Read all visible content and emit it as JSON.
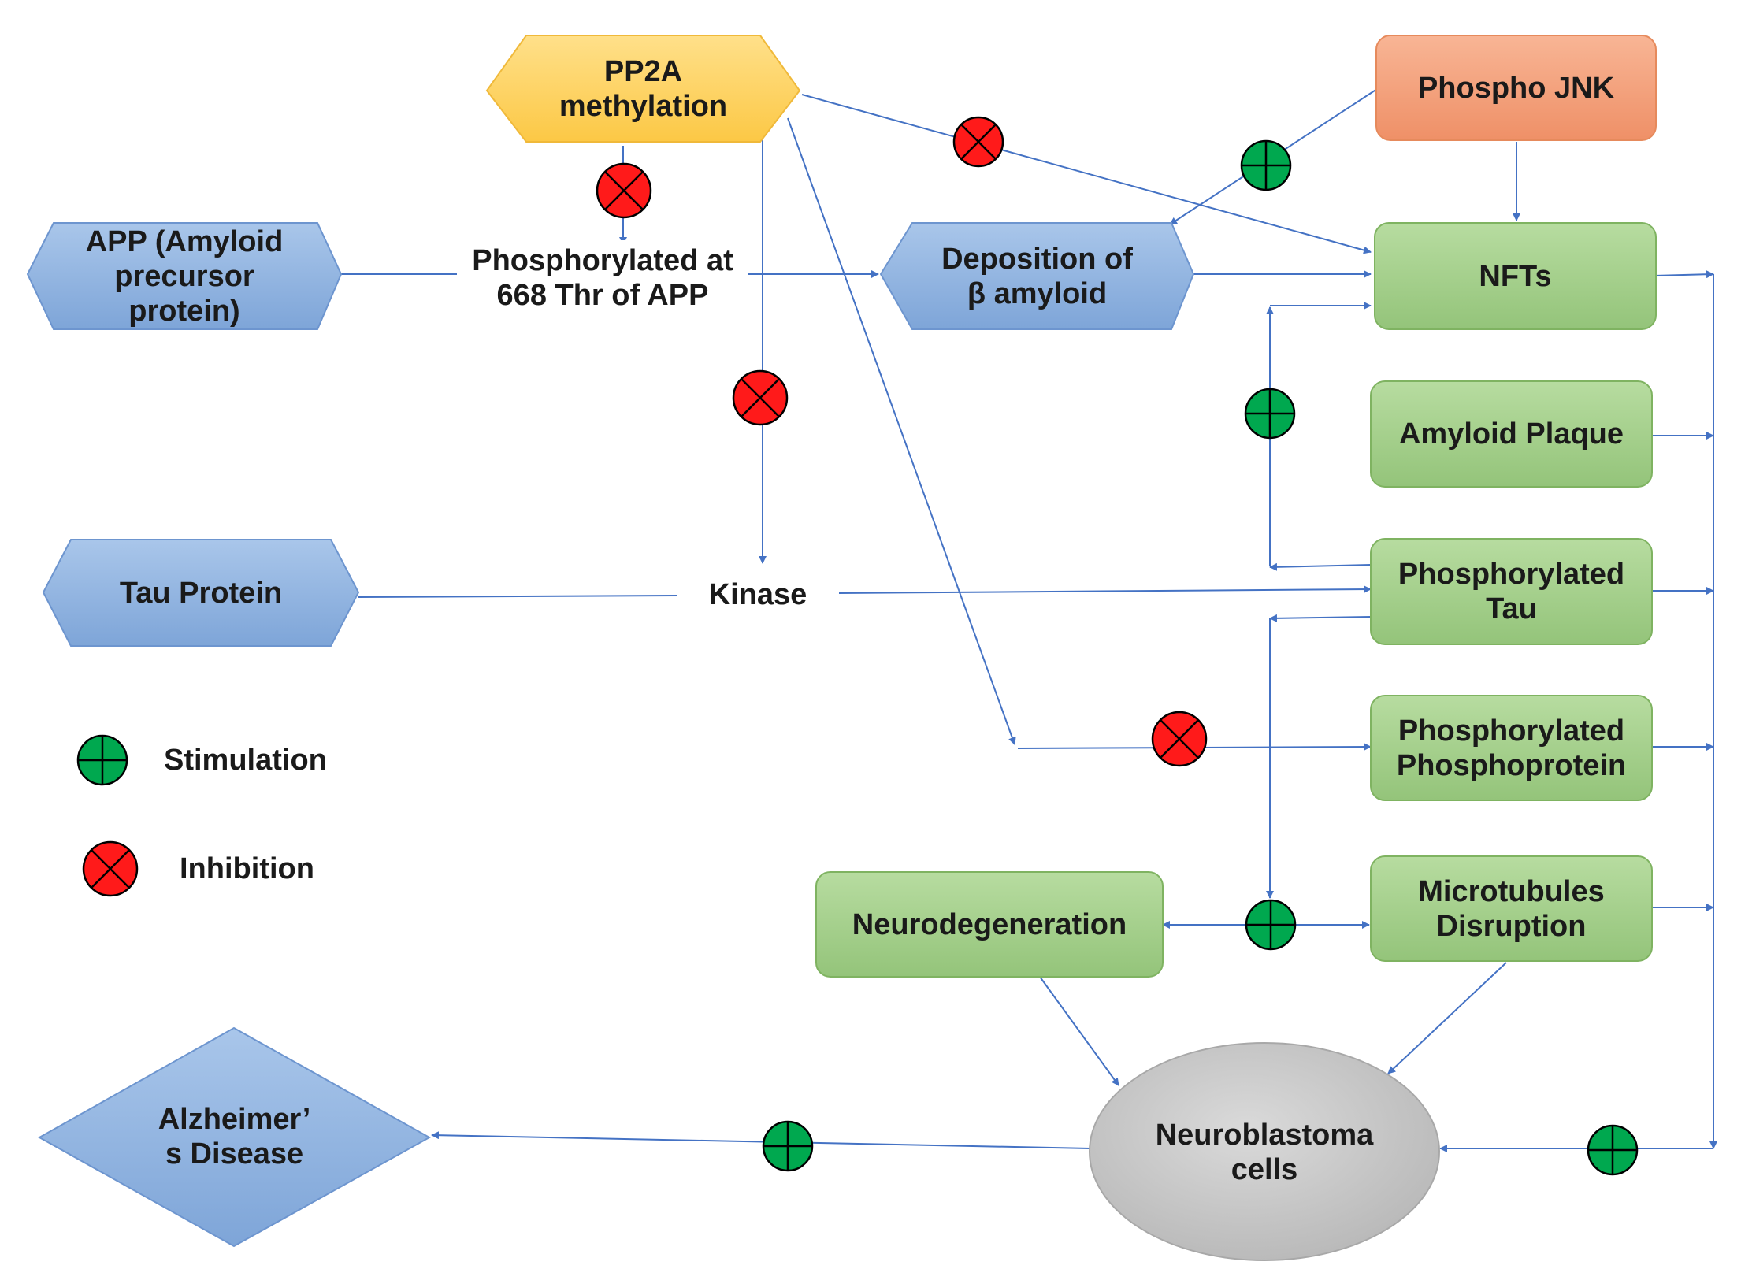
{
  "nodes": {
    "pp2a": "PP2A\nmethylation",
    "phospho_jnk": "Phospho JNK",
    "app": "APP (Amyloid\nprecursor\nprotein)",
    "phosphorylated_app": "Phosphorylated at\n668 Thr of APP",
    "deposition": "Deposition of\nβ amyloid",
    "nfts": "NFTs",
    "amyloid_plaque": "Amyloid Plaque",
    "tau_protein": "Tau Protein",
    "kinase": "Kinase",
    "phosphorylated_tau": "Phosphorylated\nTau",
    "phosphorylated_phosphoprotein": "Phosphorylated\nPhosphoprotein",
    "neurodegeneration": "Neurodegeneration",
    "microtubules": "Microtubules\nDisruption",
    "alzheimers": "Alzheimer’\ns Disease",
    "neuroblastoma": "Neuroblastoma\ncells"
  },
  "legend": {
    "stimulation": "Stimulation",
    "inhibition": "Inhibition"
  },
  "colors": {
    "blue_fill": "#8fb3df",
    "green_fill": "#a9d08e",
    "orange_fill": "#f4a582",
    "yellow_fill": "#ffd966",
    "gray_fill": "#c9c9c9",
    "arrow": "#4472c4",
    "stimulation": "#00b050",
    "inhibition": "#ff0000"
  }
}
